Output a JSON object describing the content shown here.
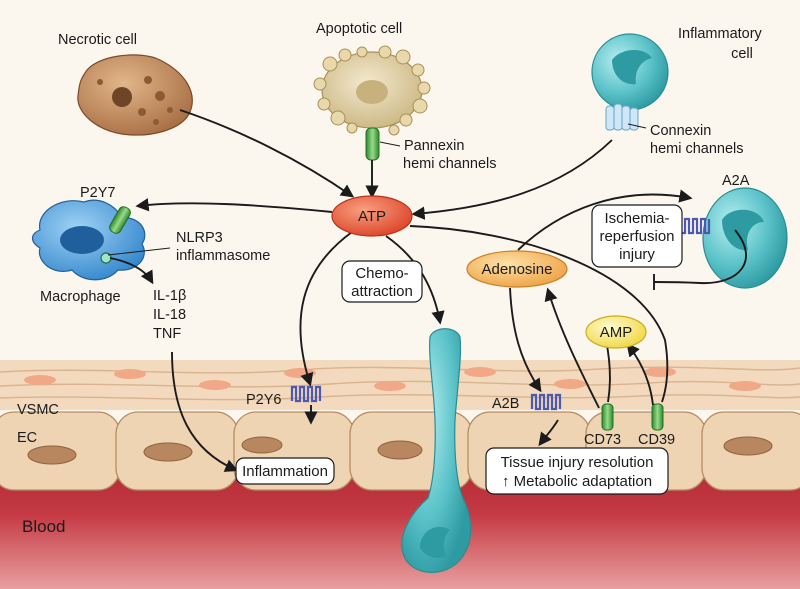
{
  "labels": {
    "necrotic_cell": "Necrotic cell",
    "apoptotic_cell": "Apoptotic cell",
    "inflammatory_cell_1": "Inflammatory",
    "inflammatory_cell_2": "cell",
    "pannexin_1": "Pannexin",
    "pannexin_2": "hemi channels",
    "connexin_1": "Connexin",
    "connexin_2": "hemi channels",
    "p2y7": "P2Y7",
    "nlrp3_1": "NLRP3",
    "nlrp3_2": "inflammasome",
    "macrophage": "Macrophage",
    "il1b": "IL-1β",
    "il18": "IL-18",
    "tnf": "TNF",
    "a2a": "A2A",
    "p2y6": "P2Y6",
    "a2b": "A2B",
    "cd73": "CD73",
    "cd39": "CD39",
    "vsmc": "VSMC",
    "ec": "EC",
    "blood": "Blood"
  },
  "nodes": {
    "atp": "ATP",
    "adenosine": "Adenosine",
    "amp": "AMP",
    "chemoattraction_1": "Chemo-",
    "chemoattraction_2": "attraction",
    "ischemia_1": "Ischemia-",
    "ischemia_2": "reperfusion",
    "ischemia_3": "injury",
    "inflammation": "Inflammation",
    "tissue_1": "Tissue injury resolution",
    "tissue_2": "↑ Metabolic adaptation"
  },
  "colors": {
    "background": "#fcf7ee",
    "blood": "#b52a35",
    "endothelium": "#efd4b3",
    "atp": "#e8553e",
    "adenosine": "#f2b04e",
    "amp": "#f5e15a",
    "cell_teal": "#5bc3c9",
    "receptor": "#4b59b0",
    "channel": "#4fb04a"
  }
}
